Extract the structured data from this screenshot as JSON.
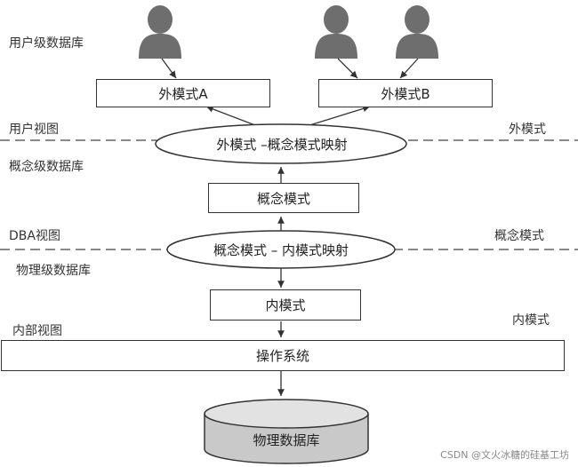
{
  "labels": {
    "user_db": "用户级数据库",
    "user_view": "用户视图",
    "external_schema_right": "外模式",
    "conceptual_db": "概念级数据库",
    "dba_view": "DBA视图",
    "conceptual_schema_right": "概念模式",
    "physical_db": "物理级数据库",
    "internal_view": "内部视图",
    "internal_schema_right": "内模式"
  },
  "nodes": {
    "external_a": "外模式A",
    "external_b": "外模式B",
    "mapping_external_conceptual": "外模式 –概念模式映射",
    "conceptual_schema": "概念模式",
    "mapping_conceptual_internal": "概念模式 – 内模式映射",
    "internal_schema": "内模式",
    "operating_system": "操作系统",
    "physical_database": "物理数据库"
  },
  "watermark": "CSDN @文火冰糖的硅基工坊",
  "colors": {
    "line": "#333333",
    "user_icon": "#6e6e6e",
    "cylinder_fill": "#c9c9c9",
    "cylinder_top": "#e2e2e2"
  },
  "icons": [
    "user-icon",
    "user-icon",
    "user-icon"
  ]
}
